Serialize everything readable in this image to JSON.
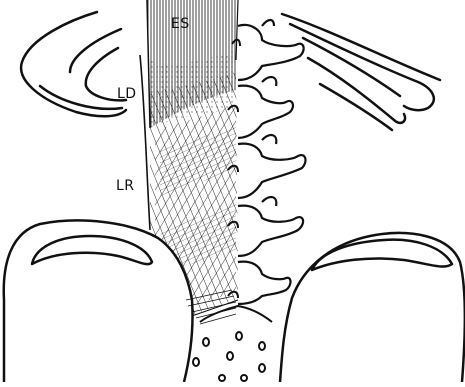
{
  "labels": {
    "es": "ES",
    "ld": "LD",
    "lr": "LR"
  },
  "colors": {
    "ink": "#111111",
    "background": "#ffffff"
  }
}
